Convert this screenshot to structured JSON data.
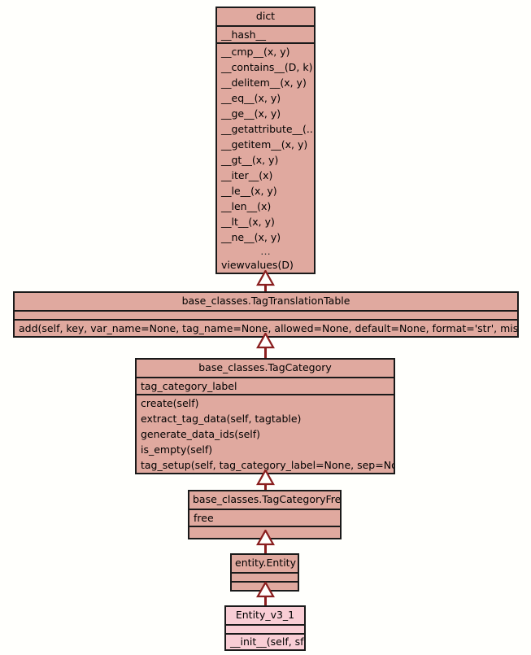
{
  "diagram": {
    "kind": "uml-class-diagram",
    "background_color": "#fffffc",
    "class_fill_color": "#e0a99f",
    "highlight_fill_color": "#f9ced5",
    "border_color": "#1a1a1a",
    "connector_color": "#8a1f1f",
    "relationship": "generalization"
  },
  "classes": {
    "dict": {
      "name": "dict",
      "attributes": [
        "__hash__"
      ],
      "methods": [
        "__cmp__(x, y)",
        "__contains__(D, k)",
        "__delitem__(x, y)",
        "__eq__(x, y)",
        "__ge__(x, y)",
        "__getattribute__(...)",
        "__getitem__(x, y)",
        "__gt__(x, y)",
        "__iter__(x)",
        "__le__(x, y)",
        "__len__(x)",
        "__lt__(x, y)",
        "__ne__(x, y)"
      ],
      "ellipsis": "…",
      "trailing_methods": [
        "viewvalues(D)"
      ]
    },
    "tag_translation_table": {
      "name": "base_classes.TagTranslationTable",
      "attributes": [],
      "methods": [
        "add(self, key, var_name=None, tag_name=None, allowed=None, default=None, format='str', missing=True)"
      ]
    },
    "tag_category": {
      "name": "base_classes.TagCategory",
      "attributes": [
        "tag_category_label"
      ],
      "methods": [
        "create(self)",
        "extract_tag_data(self, tagtable)",
        "generate_data_ids(self)",
        "is_empty(self)",
        "tag_setup(self, tag_category_label=None, sep=None)"
      ]
    },
    "tag_category_free": {
      "name": "base_classes.TagCategoryFree",
      "attributes": [
        "free"
      ],
      "methods": []
    },
    "entity": {
      "name": "entity.Entity",
      "attributes": [],
      "methods": []
    },
    "entity_v3_1": {
      "name": "Entity_v3_1",
      "attributes": [],
      "methods": [
        "__init__(self, sf)"
      ]
    }
  },
  "edges": [
    {
      "from": "base_classes.TagTranslationTable",
      "to": "dict",
      "type": "generalization"
    },
    {
      "from": "base_classes.TagCategory",
      "to": "base_classes.TagTranslationTable",
      "type": "generalization"
    },
    {
      "from": "base_classes.TagCategoryFree",
      "to": "base_classes.TagCategory",
      "type": "generalization"
    },
    {
      "from": "entity.Entity",
      "to": "base_classes.TagCategoryFree",
      "type": "generalization"
    },
    {
      "from": "Entity_v3_1",
      "to": "entity.Entity",
      "type": "generalization"
    }
  ]
}
